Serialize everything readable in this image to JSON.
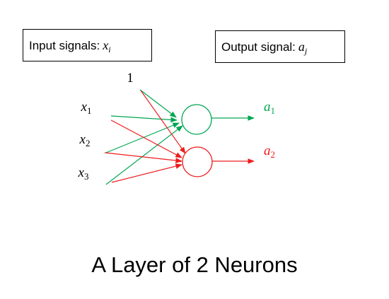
{
  "input_box": {
    "label": "Input signals:",
    "var": "x",
    "sub": "i"
  },
  "output_box": {
    "label": "Output signal:",
    "var": "a",
    "sub": "j"
  },
  "bias": "1",
  "inputs": [
    {
      "var": "x",
      "sub": "1"
    },
    {
      "var": "x",
      "sub": "2"
    },
    {
      "var": "x",
      "sub": "3"
    }
  ],
  "outputs": [
    {
      "var": "a",
      "sub": "1",
      "color": "#00a651"
    },
    {
      "var": "a",
      "sub": "2",
      "color": "#ee1c1c"
    }
  ],
  "colors": {
    "neuron1": "#00a651",
    "neuron2": "#ee1c1c",
    "text": "#000000"
  },
  "title": "A Layer of 2 Neurons"
}
